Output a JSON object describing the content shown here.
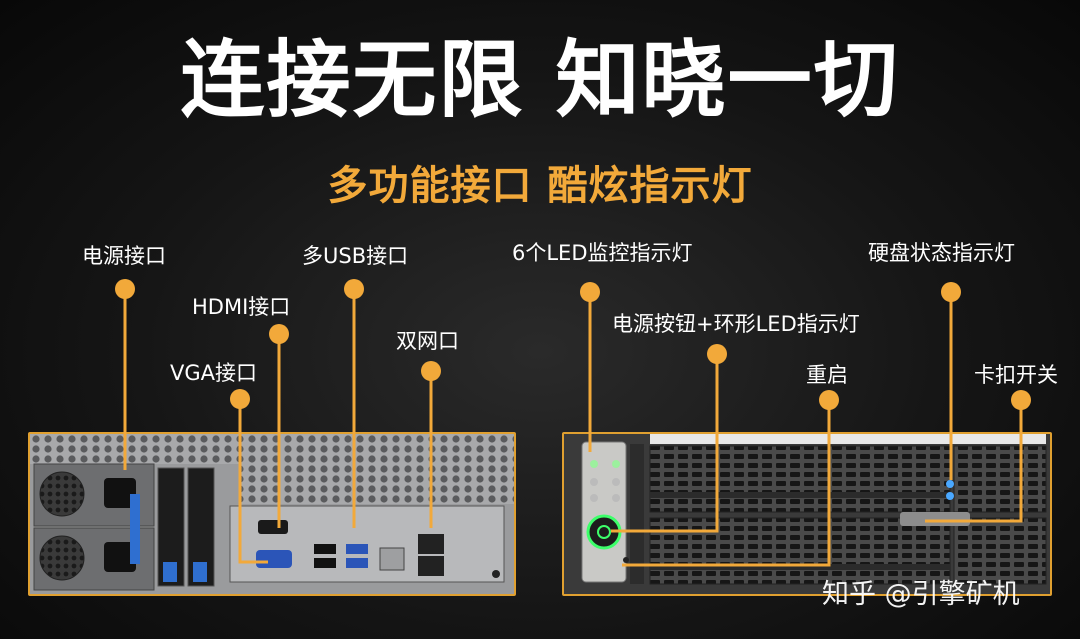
{
  "title": "连接无限 知晓一切",
  "subtitle": "多功能接口 酷炫指示灯",
  "labels": {
    "power_port": "电源接口",
    "hdmi_port": "HDMI接口",
    "vga_port": "VGA接口",
    "usb_ports": "多USB接口",
    "dual_lan": "双网口",
    "six_led": "6个LED监控指示灯",
    "power_button": "电源按钮+环形LED指示灯",
    "reset": "重启",
    "hdd_status": "硬盘状态指示灯",
    "latch": "卡扣开关"
  },
  "watermark": "知乎 @引擎矿机",
  "colors": {
    "accent": "#f2a93a",
    "line": "#f2a93a",
    "panel_border": "#e0a030",
    "led_green": "#3dff6a",
    "led_blue": "#4aa8ff"
  }
}
